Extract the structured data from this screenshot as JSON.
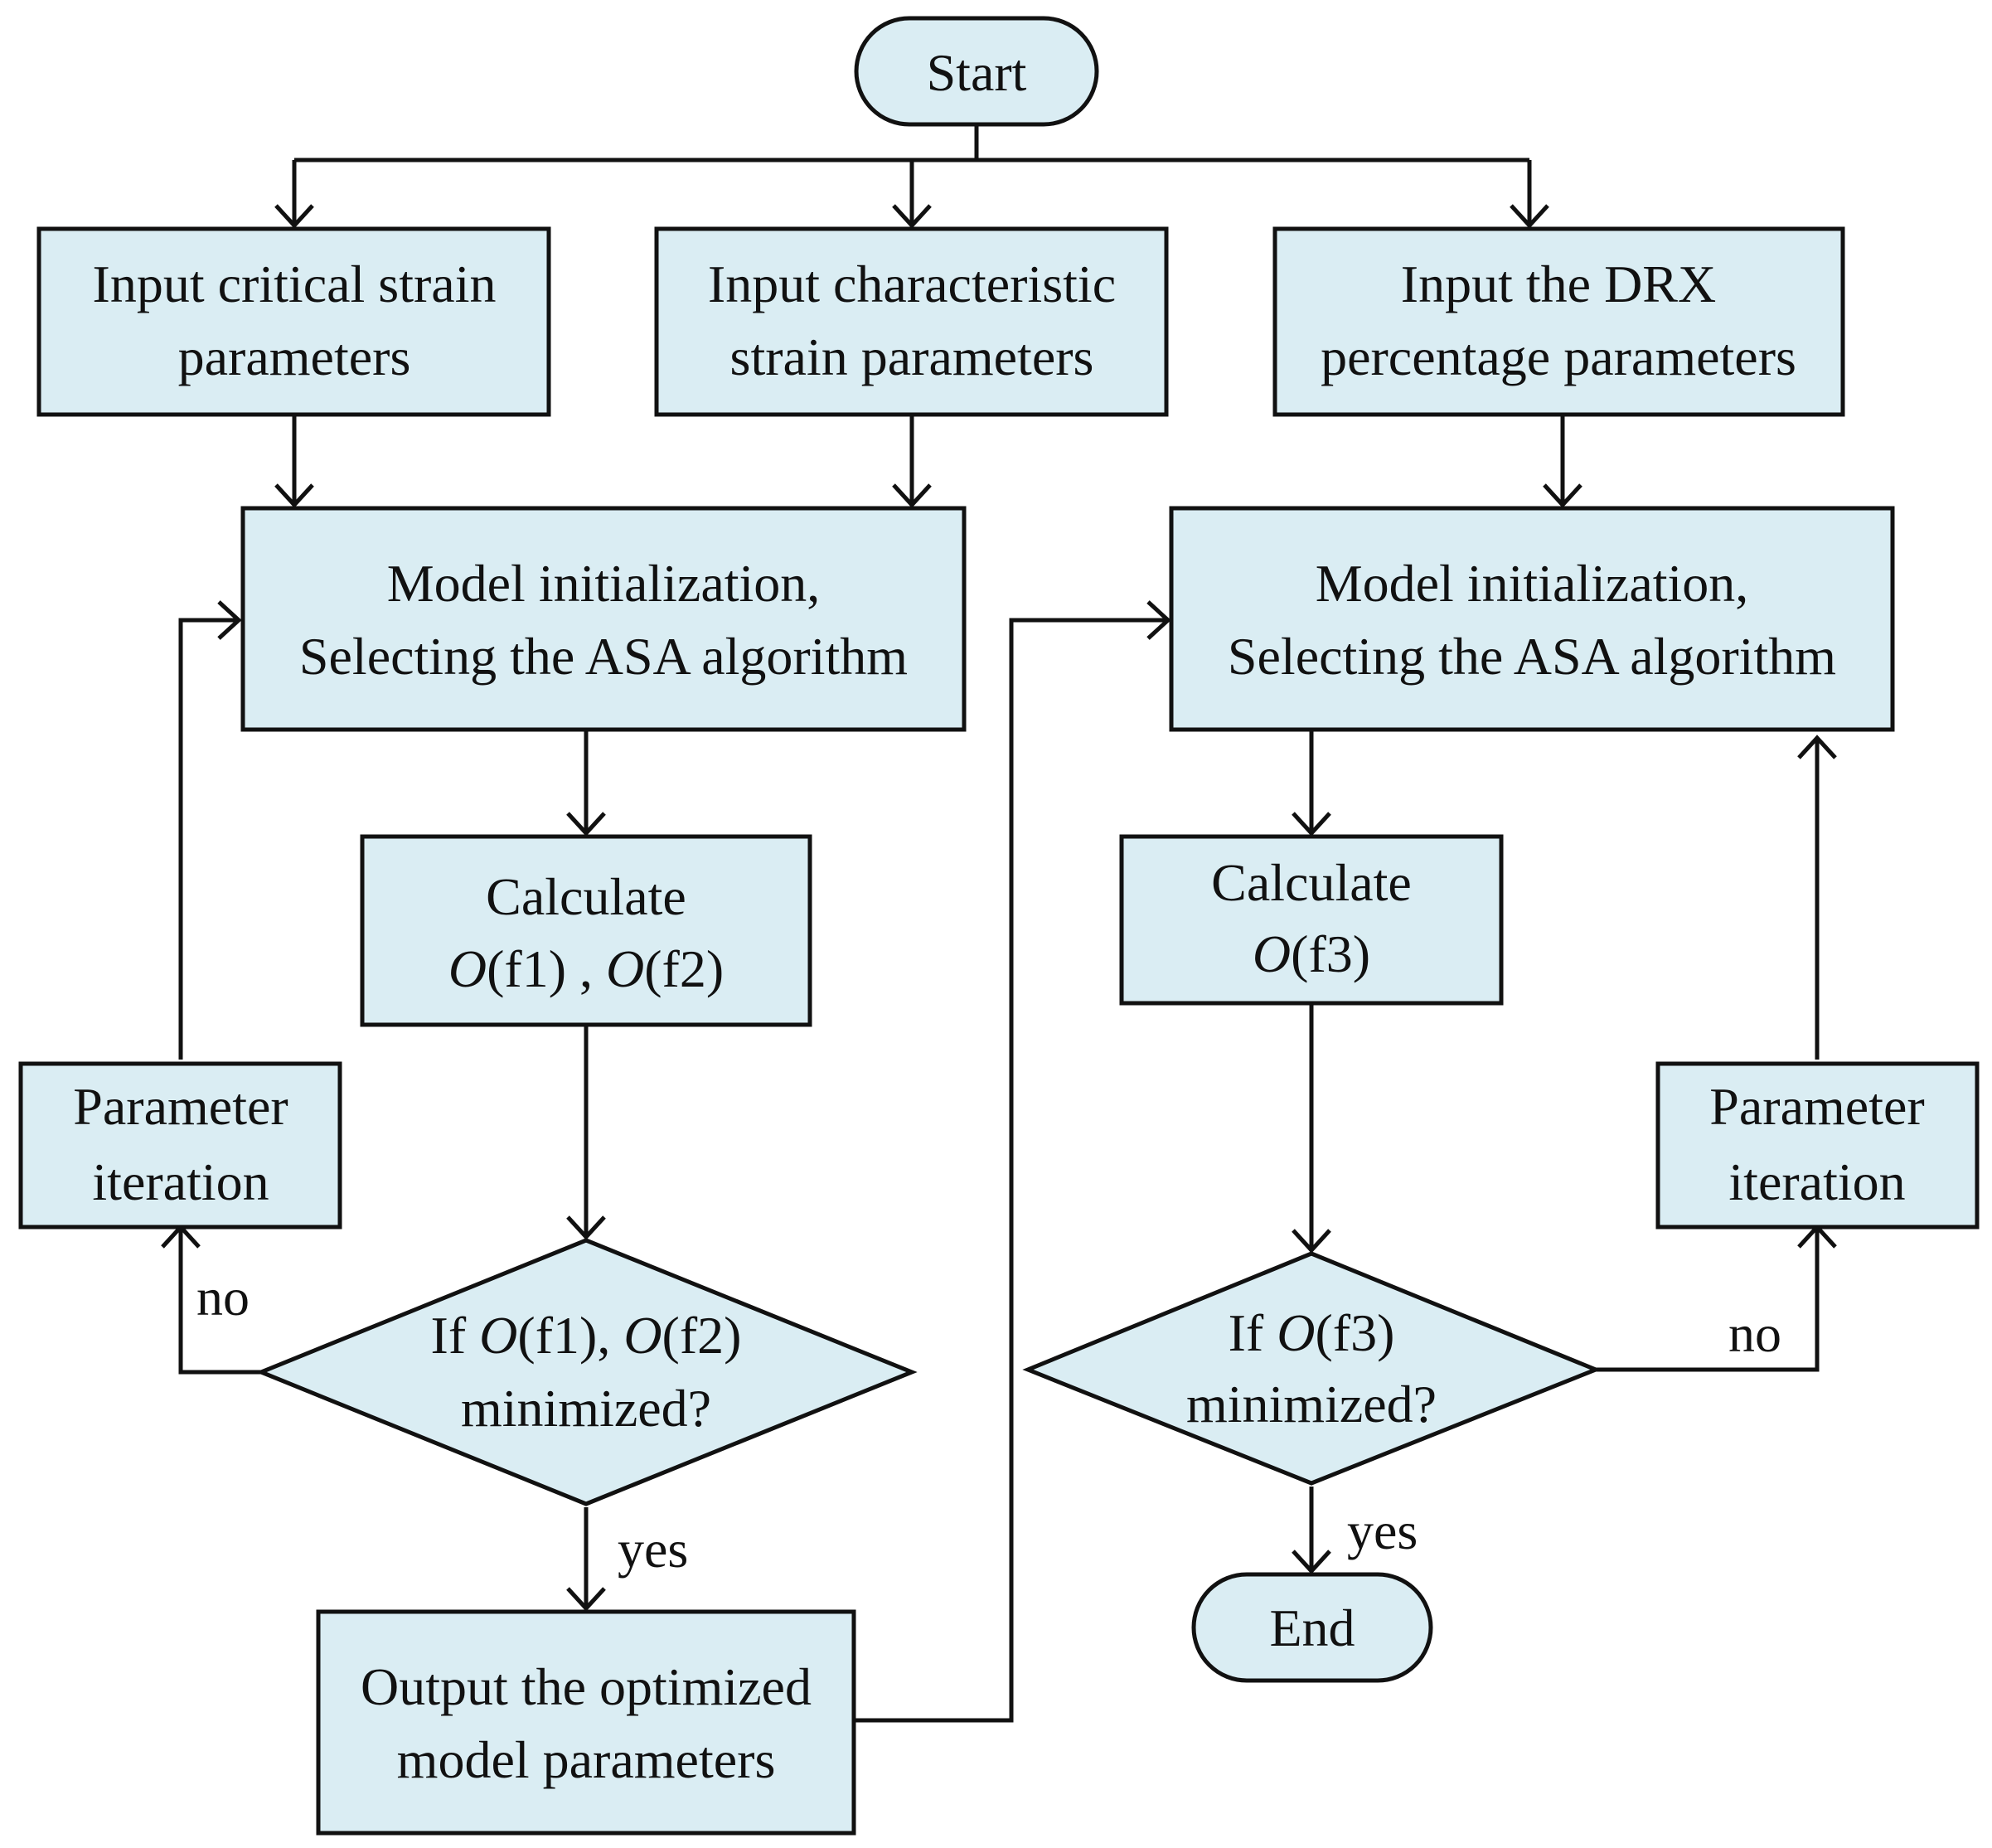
{
  "nodes": {
    "start": {
      "label": "Start"
    },
    "input_critical": {
      "line1": "Input critical strain",
      "line2": "parameters"
    },
    "input_characteristic": {
      "line1": "Input characteristic",
      "line2": "strain parameters"
    },
    "input_drx": {
      "line1": "Input the DRX",
      "line2": "percentage parameters"
    },
    "model_init_left": {
      "line1": "Model initialization,",
      "line2": "Selecting the ASA algorithm"
    },
    "model_init_right": {
      "line1": "Model initialization,",
      "line2": "Selecting the ASA algorithm"
    },
    "calc_left": {
      "line1": "Calculate",
      "o1": "O",
      "f1": "(f1) , ",
      "o2": "O",
      "f2": "(f2)"
    },
    "calc_right": {
      "line1": "Calculate",
      "o": "O",
      "f": "(f3)"
    },
    "param_iter_left": {
      "line1": "Parameter",
      "line2": "iteration"
    },
    "param_iter_right": {
      "line1": "Parameter",
      "line2": "iteration"
    },
    "decision_left": {
      "if": "If ",
      "o1": "O",
      "f1": "(f1), ",
      "o2": "O",
      "f2": "(f2)",
      "line2": "minimized?"
    },
    "decision_right": {
      "if": "If ",
      "o": "O",
      "f": "(f3)",
      "line2": "minimized?"
    },
    "output": {
      "line1": "Output the optimized",
      "line2": "model parameters"
    },
    "end": {
      "label": "End"
    }
  },
  "edge_labels": {
    "no_left": "no",
    "yes_left": "yes",
    "no_right": "no",
    "yes_right": "yes"
  },
  "colors": {
    "node_fill": "#daedf3",
    "stroke": "#111111"
  }
}
